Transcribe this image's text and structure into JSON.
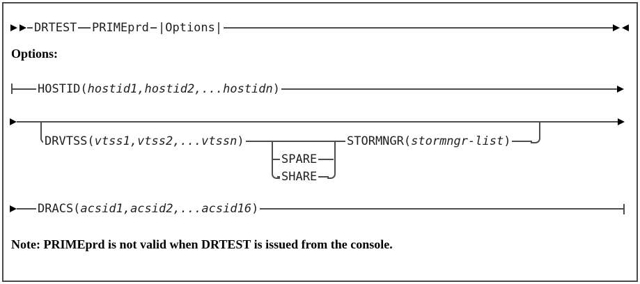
{
  "diagram": {
    "main_line": {
      "command": "DRTEST",
      "param": "PRIMEprd",
      "fragment_ref": "|Options|"
    },
    "options_heading": "Options:",
    "hostid": {
      "keyword": "HOSTID(",
      "args": "hostid1,hostid2,...hostidn",
      "close": ")"
    },
    "drvtss": {
      "keyword": "DRVTSS(",
      "args": "vtss1,vtss2,...vtssn",
      "close": ")"
    },
    "spare_label": "SPARE",
    "share_label": "SHARE",
    "stormngr": {
      "keyword": "STORMNGR(",
      "args": "stormngr-list",
      "close": ")"
    },
    "dracs": {
      "keyword": "DRACS(",
      "args": "acsid1,acsid2,...acsid16",
      "close": ")"
    },
    "note": "Note: PRIMEprd is not valid when DRTEST is issued from the console."
  },
  "colors": {
    "rail": "#4d4d4d",
    "arrow": "#000000",
    "text": "#1f1f1f"
  }
}
